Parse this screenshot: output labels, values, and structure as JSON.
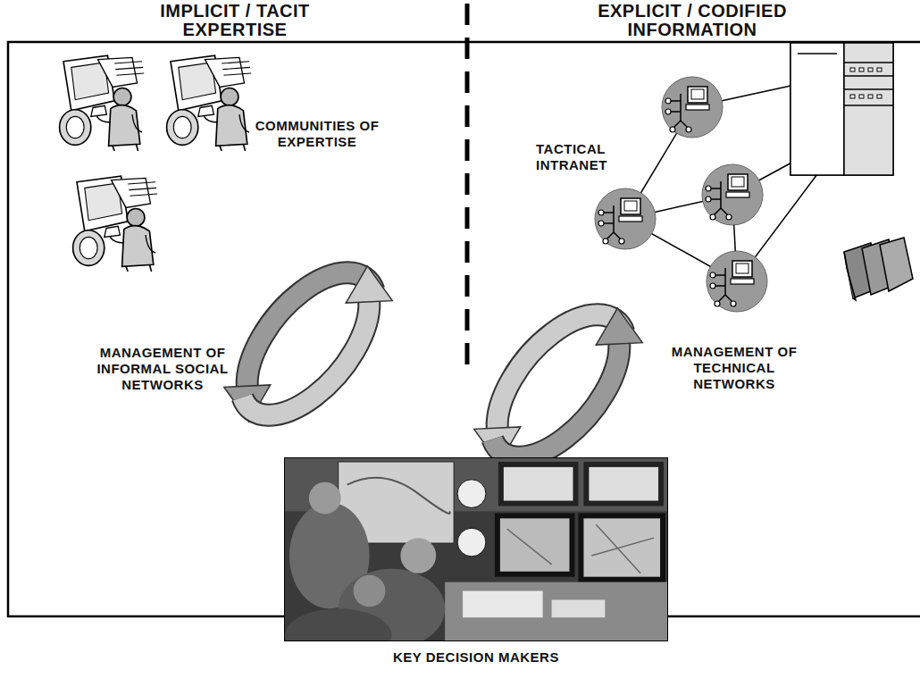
{
  "diagram": {
    "nodes": [
      {
        "text": [
          "KEY DECISION MAKERS"
        ]
      }
    ],
    "labels": [
      "IMPLICIT / TACIT EXPERTISE",
      "EXPLICIT / CODIFIED INFORMATION",
      "COMMUNITIES OF EXPERTISE",
      "TACTICAL INTRANET",
      "MANAGEMENT OF INFORMAL SOCIAL NETWORKS",
      "MANAGEMENT OF TECHNICAL NETWORKS"
    ]
  }
}
